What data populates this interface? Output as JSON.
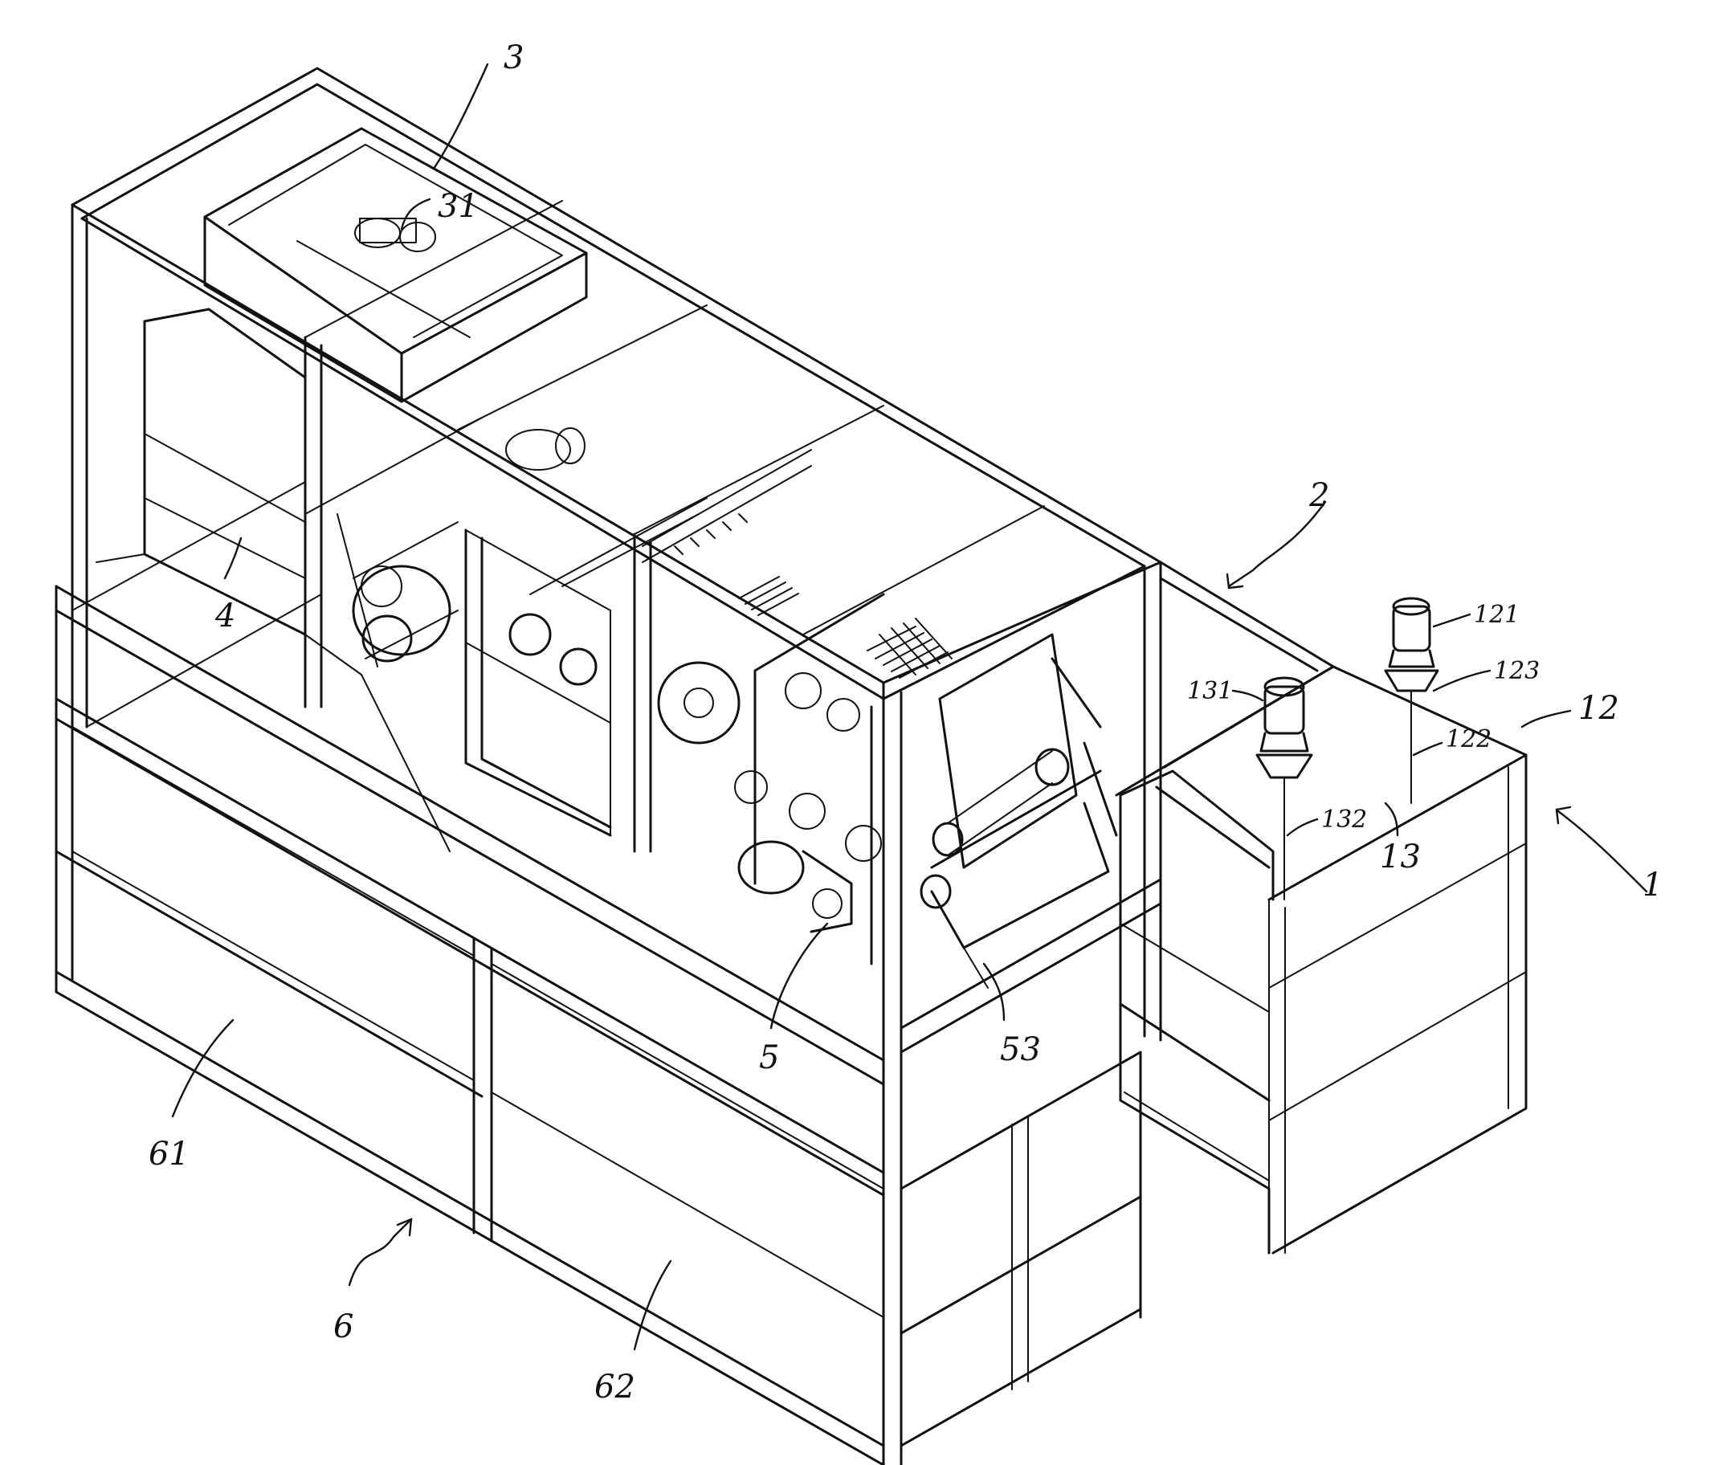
{
  "labels": {
    "l1": "1",
    "l2": "2",
    "l3": "3",
    "l4": "4",
    "l5": "5",
    "l6": "6",
    "l12": "12",
    "l13": "13",
    "l31": "31",
    "l53": "53",
    "l61": "61",
    "l62": "62",
    "l121": "121",
    "l122": "122",
    "l123": "123",
    "l131": "131",
    "l132": "132"
  }
}
